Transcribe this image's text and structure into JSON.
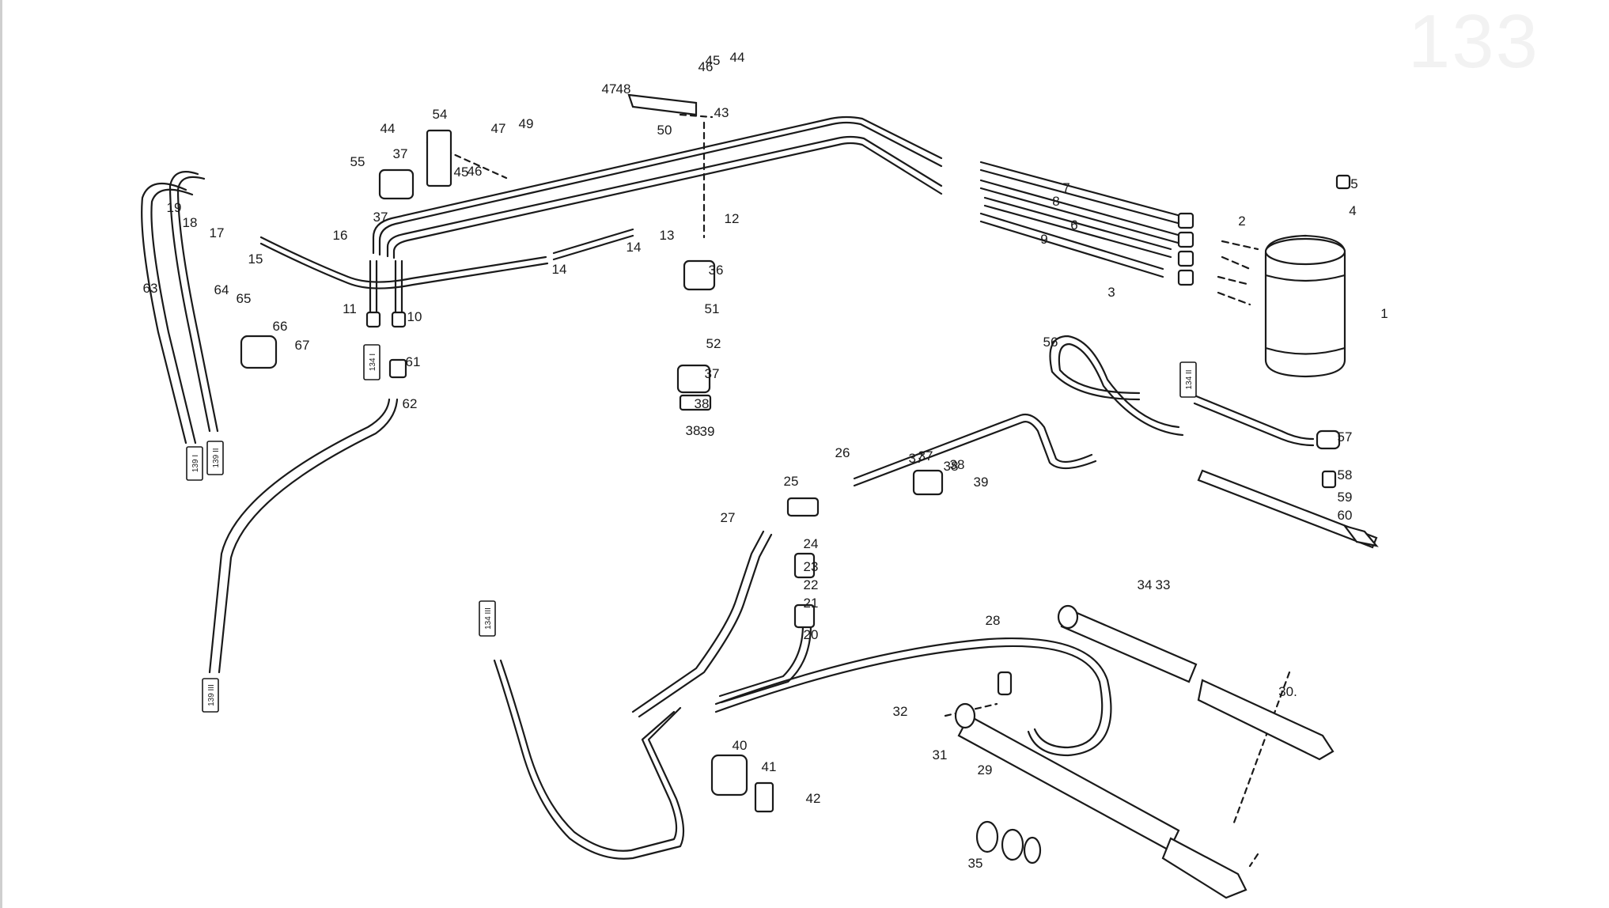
{
  "page": {
    "page_number": "133"
  },
  "colors": {
    "line": "#1a1a1a",
    "fill": "#ffffff",
    "ghost": "#e9e9e9"
  },
  "callouts": [
    "1",
    "2",
    "3",
    "4",
    "5",
    "6",
    "7",
    "8",
    "9",
    "10",
    "11",
    "12",
    "13",
    "14",
    "14",
    "15",
    "16",
    "17",
    "18",
    "19",
    "20",
    "21",
    "22",
    "23",
    "24",
    "25",
    "26",
    "27",
    "28",
    "29",
    "30.",
    "31",
    "32",
    "33",
    "34",
    "35",
    "36",
    "37",
    "37",
    "37",
    "37",
    "37",
    "38",
    "38",
    "38",
    "38",
    "39",
    "39",
    "40",
    "41",
    "42",
    "43",
    "44",
    "44",
    "45",
    "45",
    "46",
    "46",
    "47",
    "47",
    "48",
    "49",
    "50",
    "51",
    "52",
    "54",
    "55",
    "56",
    "57",
    "58",
    "59",
    "60",
    "61",
    "62",
    "63",
    "64",
    "65",
    "66",
    "67"
  ],
  "tags": [
    "139 I",
    "139 II",
    "139 III",
    "134 I",
    "134 II",
    "134 III"
  ]
}
